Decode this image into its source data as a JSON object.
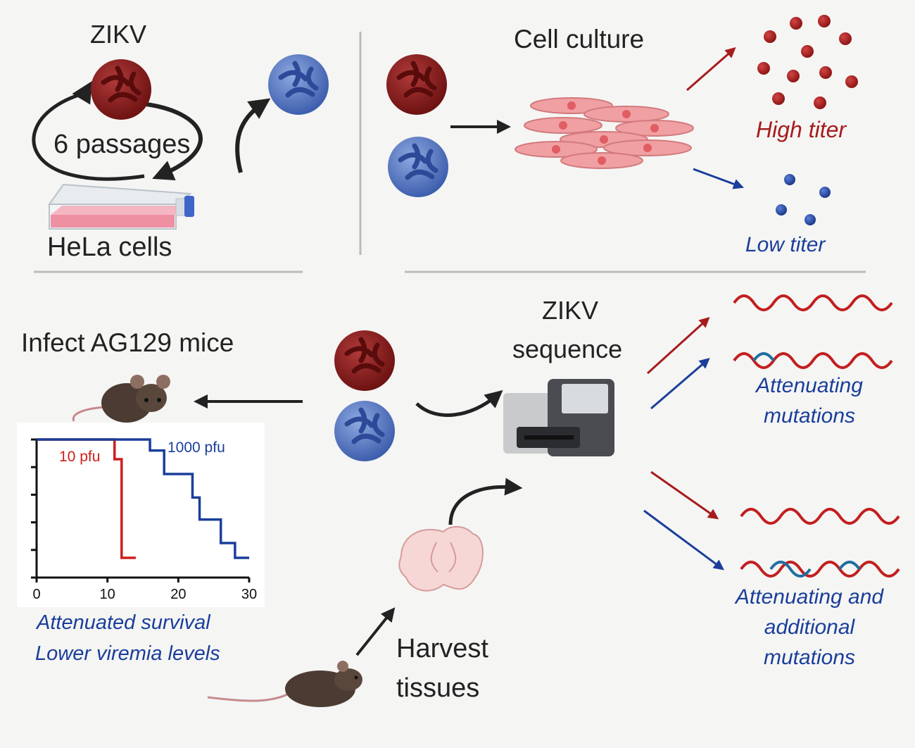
{
  "labels": {
    "zikv_top": "ZIKV",
    "passages": "6 passages",
    "hela": "HeLa cells",
    "cell_culture": "Cell culture",
    "high_titer": "High titer",
    "low_titer": "Low titer",
    "infect_mice": "Infect AG129 mice",
    "zikv_seq_1": "ZIKV",
    "zikv_seq_2": "sequence",
    "attenuating_1": "Attenuating",
    "attenuating_2": "mutations",
    "attn_add_1": "Attenuating and",
    "attn_add_2": "additional",
    "attn_add_3": "mutations",
    "harvest_1": "Harvest",
    "harvest_2": "tissues",
    "survival_1": "Attenuated survival",
    "survival_2": "Lower viremia levels"
  },
  "colors": {
    "red": "#a61c1c",
    "blue": "#1a3e9a",
    "wild_virus": "#8b1a1a",
    "passaged_virus": "#4a6fc0"
  },
  "chart_data": {
    "type": "line",
    "x_ticks": [
      0,
      10,
      20,
      30
    ],
    "xlim": [
      0,
      30
    ],
    "ylim": [
      0,
      100
    ],
    "series": [
      {
        "name": "10 pfu",
        "color": "#cc1f1f",
        "x": [
          0,
          11,
          11,
          12,
          12,
          14
        ],
        "y": [
          100,
          100,
          85.7,
          85.7,
          14.3,
          14.3
        ]
      },
      {
        "name": "1000 pfu",
        "color": "#1a3e9a",
        "x": [
          0,
          16,
          16,
          18,
          18,
          22,
          22,
          23,
          23,
          26,
          26,
          28,
          28,
          30
        ],
        "y": [
          100,
          100,
          92,
          92,
          75,
          75,
          58,
          58,
          42,
          42,
          25,
          25,
          14.3,
          14.3
        ]
      }
    ]
  }
}
